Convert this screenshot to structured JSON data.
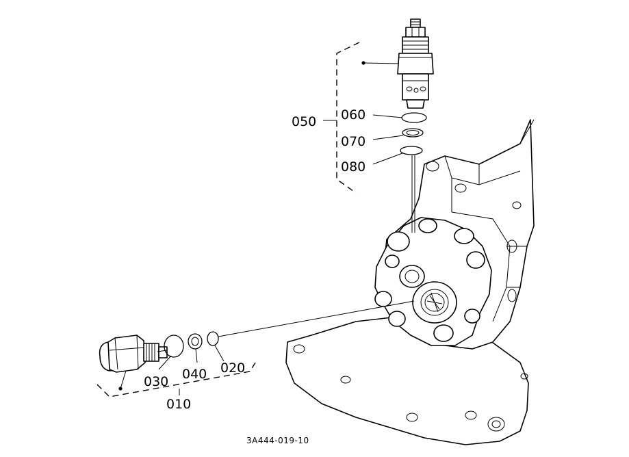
{
  "callouts": {
    "c010": "010",
    "c020": "020",
    "c030": "030",
    "c040": "040",
    "c050": "050",
    "c060": "060",
    "c070": "070",
    "c080": "080"
  },
  "reference": "3A444-019-10"
}
